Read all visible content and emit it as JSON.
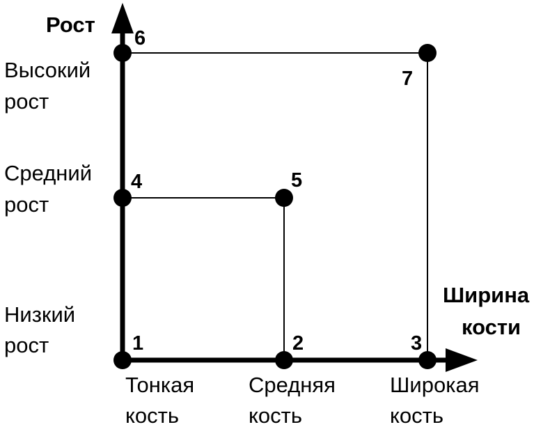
{
  "diagram": {
    "y_axis_title": "Рост",
    "x_axis_title": [
      "Ширина",
      "кости"
    ],
    "y_categories": [
      {
        "line1": "Высокий",
        "line2": "рост"
      },
      {
        "line1": "Средний",
        "line2": "рост"
      },
      {
        "line1": "Низкий",
        "line2": "рост"
      }
    ],
    "x_categories": [
      {
        "line1": "Тонкая",
        "line2": "кость"
      },
      {
        "line1": "Средняя",
        "line2": "кость"
      },
      {
        "line1": "Широкая",
        "line2": "кость"
      }
    ],
    "points": [
      {
        "label": "1"
      },
      {
        "label": "2"
      },
      {
        "label": "3"
      },
      {
        "label": "4"
      },
      {
        "label": "5"
      },
      {
        "label": "6"
      },
      {
        "label": "7"
      }
    ],
    "colors": {
      "ink": "#000000",
      "background": "#ffffff"
    }
  }
}
